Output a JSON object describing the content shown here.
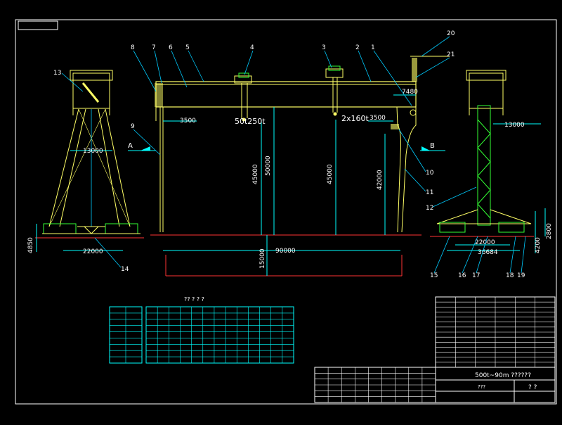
{
  "drawing": {
    "colors": {
      "background": "#000000",
      "frame": "#ffffff",
      "structure": "#ffff66",
      "dimension": "#00ffff",
      "leader": "#00ccff",
      "rail": "#ff3333",
      "machinery": "#33ff33",
      "table": "#00ffff"
    },
    "labels": {
      "main_hook": "50t250t",
      "aux_hook": "2x160t",
      "view_a": "A",
      "view_b": "B"
    },
    "dims": {
      "left_top_width": "13000",
      "left_base_width": "22000",
      "left_base_height": "4850",
      "overhang_left": "3500",
      "overhang_right": "3500",
      "right_tip": "7480",
      "h_left": "45000",
      "h_main": "50000",
      "h_mid": "45000",
      "h_right": "42000",
      "span": "90000",
      "pit": "15000",
      "right_top_width": "13000",
      "right_base_inner": "22000",
      "right_base_outer": "36684",
      "right_h1": "4200",
      "right_h2": "2800"
    },
    "callouts": [
      "13",
      "8",
      "7",
      "6",
      "5",
      "4",
      "3",
      "2",
      "1",
      "20",
      "21",
      "9",
      "10",
      "11",
      "12",
      "14",
      "15",
      "16",
      "17",
      "18",
      "19"
    ],
    "table_title": "?? ? ? ?",
    "title_block": {
      "name": "500t~90m ??????",
      "marks": "? ?",
      "sub": "???"
    }
  }
}
